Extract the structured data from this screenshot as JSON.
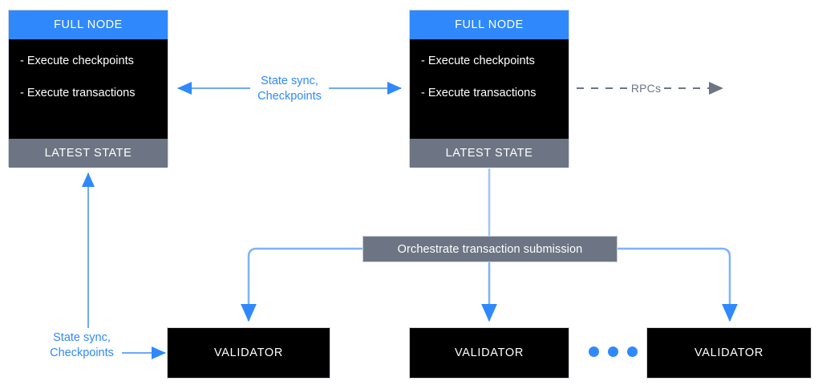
{
  "diagram": {
    "title": "Sui full node and validator network topology",
    "colors": {
      "accent_blue": "#2f89fc",
      "slate_gray": "#6d7584",
      "node_black": "#000000",
      "white": "#ffffff"
    }
  },
  "full_nodes": [
    {
      "header": "FULL NODE",
      "bullets": [
        "- Execute checkpoints",
        "- Execute transactions"
      ],
      "footer": "LATEST STATE"
    },
    {
      "header": "FULL NODE",
      "bullets": [
        "- Execute checkpoints",
        "- Execute transactions"
      ],
      "footer": "LATEST STATE"
    }
  ],
  "orchestrator": {
    "label": "Orchestrate transaction submission"
  },
  "validators": [
    {
      "label": "VALIDATOR"
    },
    {
      "label": "VALIDATOR"
    },
    {
      "label": "VALIDATOR"
    }
  ],
  "ellipsis": {
    "dot_count": 3
  },
  "edge_labels": {
    "state_sync_top": "State sync,\nCheckpoints",
    "state_sync_top_line1": "State sync,",
    "state_sync_top_line2": "Checkpoints",
    "rpcs": "RPCs",
    "state_sync_bottom_line1": "State sync,",
    "state_sync_bottom_line2": "Checkpoints"
  }
}
